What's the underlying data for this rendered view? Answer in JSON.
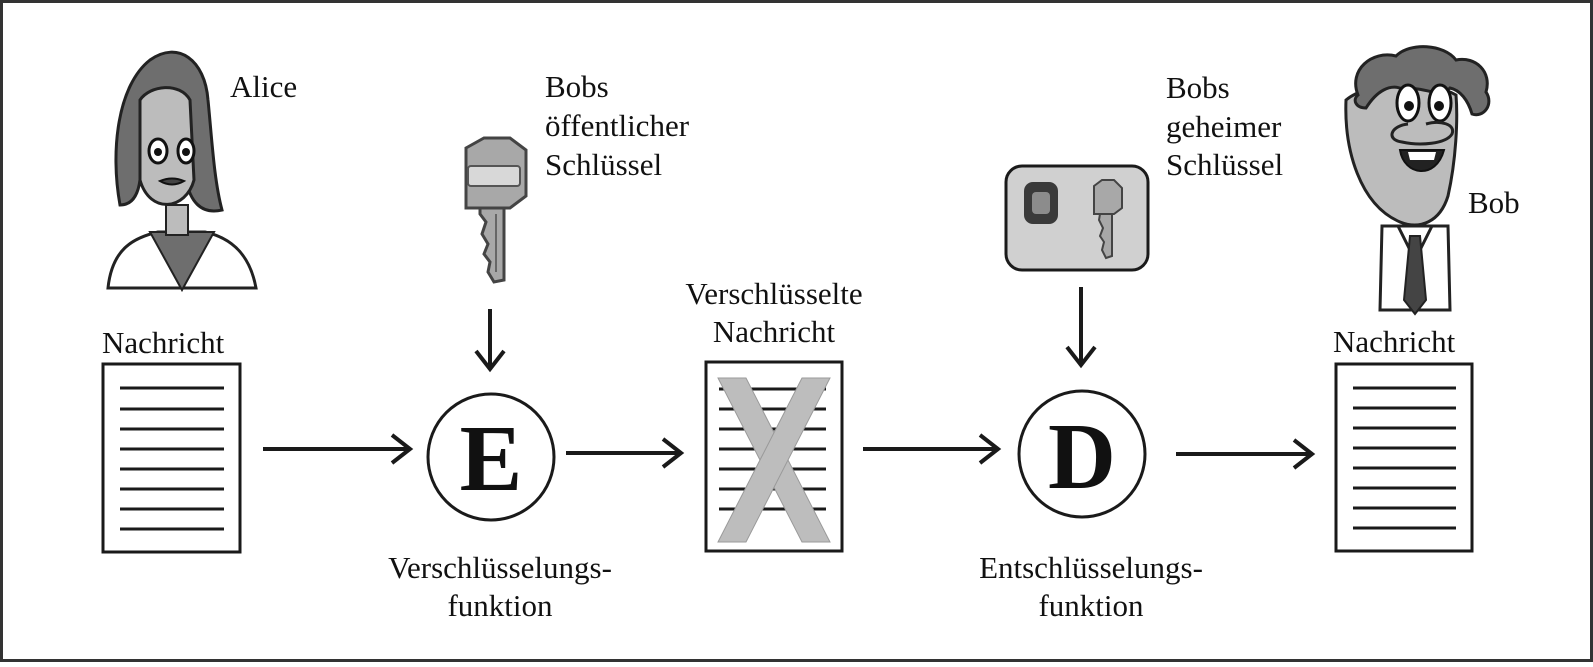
{
  "alice": {
    "name": "Alice"
  },
  "bob": {
    "name": "Bob"
  },
  "public_key": {
    "line1": "Bobs",
    "line2": "öffentlicher",
    "line3": "Schlüssel"
  },
  "secret_key": {
    "line1": "Bobs",
    "line2": "geheimer",
    "line3": "Schlüssel"
  },
  "message_left": {
    "label": "Nachricht"
  },
  "message_right": {
    "label": "Nachricht"
  },
  "ciphertext": {
    "line1": "Verschlüsselte",
    "line2": "Nachricht"
  },
  "encryption": {
    "symbol": "E",
    "line1": "Verschlüsselungs-",
    "line2": "funktion"
  },
  "decryption": {
    "symbol": "D",
    "line1": "Entschlüsselungs-",
    "line2": "funktion"
  },
  "colors": {
    "line": "#1a1a1a",
    "cross": "#bdbdbd",
    "card": "#d0d0d0",
    "key": "#a8a8a8",
    "skin": "#bcbcbc",
    "hair": "#6e6e6e"
  }
}
